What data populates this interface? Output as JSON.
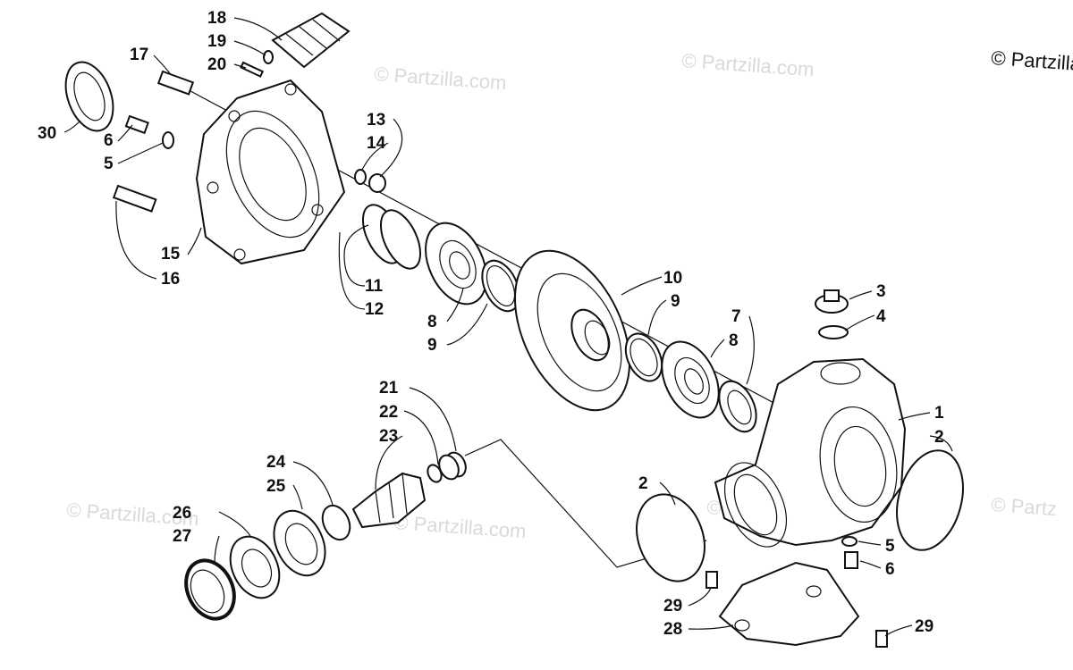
{
  "copyright": "© Partzilla",
  "watermark": "© Partzilla.com",
  "watermark_partial_left": "© Partzilla.com",
  "watermark_partial_right": "© Partz",
  "callouts": {
    "n1": "1",
    "n2a": "2",
    "n2b": "2",
    "n3": "3",
    "n4": "4",
    "n5a": "5",
    "n5b": "5",
    "n6a": "6",
    "n6b": "6",
    "n7": "7",
    "n8a": "8",
    "n8b": "8",
    "n9a": "9",
    "n9b": "9",
    "n10": "10",
    "n11": "11",
    "n12": "12",
    "n13": "13",
    "n14": "14",
    "n15": "15",
    "n16": "16",
    "n17": "17",
    "n18": "18",
    "n19": "19",
    "n20": "20",
    "n21": "21",
    "n22": "22",
    "n23": "23",
    "n24": "24",
    "n25": "25",
    "n26": "26",
    "n27": "27",
    "n28": "28",
    "n29a": "29",
    "n29b": "29",
    "n30": "30"
  }
}
